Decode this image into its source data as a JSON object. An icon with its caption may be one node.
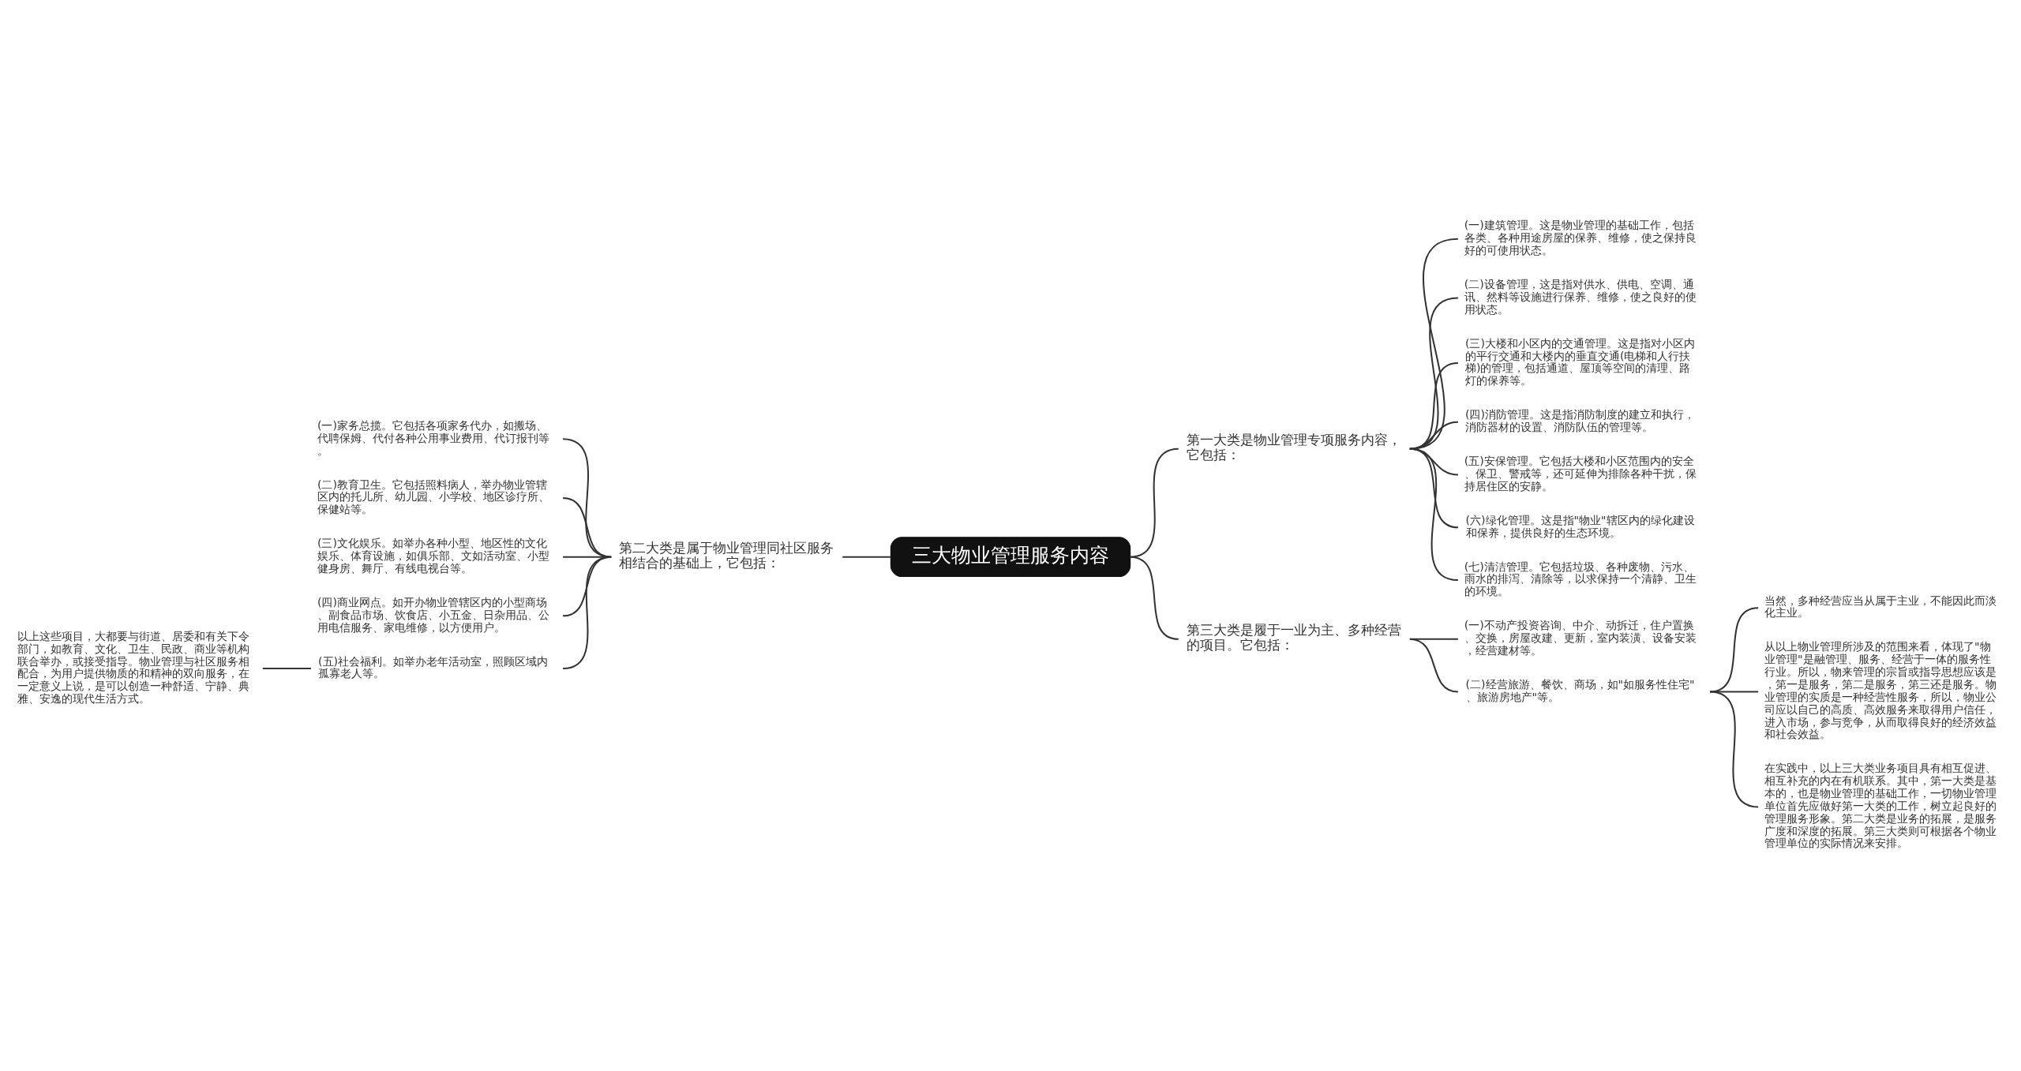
{
  "diagram": {
    "nodes": [
      {
        "text": [
          "三大物业管理服务内容"
        ]
      },
      {
        "text": [
          "第一大类是物业管理专项服务内容，它包括："
        ]
      },
      {
        "text": [
          "(一)建筑管理。这是物业管理的基础工作，包括各类、各种用途房屋的保养、维修，使之保持良好的可使用状态。"
        ]
      },
      {
        "text": [
          "(二)设备管理，这是指对供水、供电、空调、通讯、然料等设施进行保养、维修，使之良好的使用状态。"
        ]
      },
      {
        "text": [
          "(三)大楼和小区内的交通管理。这是指对小区内的平行交通和大楼内的垂直交通(电梯和人行扶梯)的管理，包括通道、屋顶等空间的清理、路灯的保养等。"
        ]
      },
      {
        "text": [
          "(四)消防管理。这是指消防制度的建立和执行，消防器材的设置、消防队伍的管理等。"
        ]
      },
      {
        "text": [
          "(五)安保管理。它包括大楼和小区范围内的安全、保卫、警戒等，还可延伸为排除各种干扰，保持居住区的安静。"
        ]
      },
      {
        "text": [
          "(六)绿化管理。这是指\"物业\"辖区内的绿化建设和保养，提供良好的生态环境。"
        ]
      },
      {
        "text": [
          "(七)清洁管理。它包括垃圾、各种废物、污水、雨水的排泻、清除等，以求保持一个清静、卫生的环境。"
        ]
      },
      {
        "text": [
          "第二大类是属于物业管理同社区服务相结合的基础上，它包括："
        ]
      },
      {
        "text": [
          "(一)家务总揽。它包括各项家务代办，如搬场、代聘保姆、代付各种公用事业费用、代订报刊等。"
        ]
      },
      {
        "text": [
          "(二)教育卫生。它包括照料病人，举办物业管辖区内的托儿所、幼儿园、小学校、地区诊疗所、保健站等。"
        ]
      },
      {
        "text": [
          "(三)文化娱乐。如举办各种小型、地区性的文化娱乐、体育设施，如俱乐部、文如活动室、小型健身房、舞厅、有线电视台等。"
        ]
      },
      {
        "text": [
          "(四)商业网点。如开办物业管辖区内的小型商场、副食品市场、饮食店、小五金、日杂用品、公用电信服务、家电维修，以方便用户。"
        ]
      },
      {
        "text": [
          "(五)社会福利。如举办老年活动室，照顾区域内孤寡老人等。"
        ]
      },
      {
        "text": [
          "以上这些项目，大都要与街道、居委和有关下令部门，如教育、文化、卫生、民政、商业等机构联合举办，或接受指导。物业管理与社区服务相配合，为用户提供物质的和精神的双向服务，在一定意义上说，是可以创造一种舒适、宁静、典雅、安逸的现代生活方式。"
        ]
      },
      {
        "text": [
          "第三大类是履于一业为主、多种经营的项目。它包括："
        ]
      },
      {
        "text": [
          "(一)不动产投资咨询、中介、动拆迁，住户置换、交换，房屋改建、更新，室内装潢、设备安装，经营建材等。"
        ]
      },
      {
        "text": [
          "(二)经营旅游、餐饮、商场，如\"如服务性住宅\"、旅游房地产\"等。"
        ]
      },
      {
        "text": [
          "当然，多种经营应当从属于主业，不能因此而淡化主业。"
        ]
      },
      {
        "text": [
          "从以上物业管理所涉及的范围来看，体现了\"物业管理\"是融管理、服务、经营于一体的服务性行业。所以，物来管理的宗旨或指导思想应该是，第一是服务，第二是服务，第三还是服务。物业管理的实质是一种经营性服务，所以，物业公司应以自己的高质、高效服务来取得用户信任，进入市场，参与竞争，从而取得良好的经济效益和社会效益。"
        ]
      },
      {
        "text": [
          "在实践中，以上三大类业务项目具有相互促进、相互补充的内在有机联系。其中，第一大类是基本的，也是物业管理的基础工作，一切物业管理单位首先应做好第一大类的工作，树立起良好的管理服务形象。第二大类是业务的拓展，是服务广度和深度的拓展。第三大类则可根据各个物业管理单位的实际情况来安排。"
        ]
      }
    ],
    "edges": [
      {
        "from": 0,
        "to": 1,
        "arrow": "none"
      },
      {
        "from": 1,
        "to": 2,
        "arrow": "none"
      },
      {
        "from": 1,
        "to": 3,
        "arrow": "none"
      },
      {
        "from": 1,
        "to": 4,
        "arrow": "none"
      },
      {
        "from": 1,
        "to": 5,
        "arrow": "none"
      },
      {
        "from": 1,
        "to": 6,
        "arrow": "none"
      },
      {
        "from": 1,
        "to": 7,
        "arrow": "none"
      },
      {
        "from": 1,
        "to": 8,
        "arrow": "none"
      },
      {
        "from": 9,
        "to": 0,
        "arrow": "none"
      },
      {
        "from": 10,
        "to": 9,
        "arrow": "none"
      },
      {
        "from": 11,
        "to": 9,
        "arrow": "none"
      },
      {
        "from": 12,
        "to": 9,
        "arrow": "none"
      },
      {
        "from": 13,
        "to": 9,
        "arrow": "none"
      },
      {
        "from": 14,
        "to": 9,
        "arrow": "none"
      },
      {
        "from": 15,
        "to": 14,
        "arrow": "none"
      },
      {
        "from": 0,
        "to": 16,
        "arrow": "none"
      },
      {
        "from": 16,
        "to": 17,
        "arrow": "none"
      },
      {
        "from": 16,
        "to": 18,
        "arrow": "none"
      },
      {
        "from": 18,
        "to": 19,
        "arrow": "none"
      },
      {
        "from": 18,
        "to": 20,
        "arrow": "none"
      },
      {
        "from": 18,
        "to": 21,
        "arrow": "none"
      }
    ]
  }
}
